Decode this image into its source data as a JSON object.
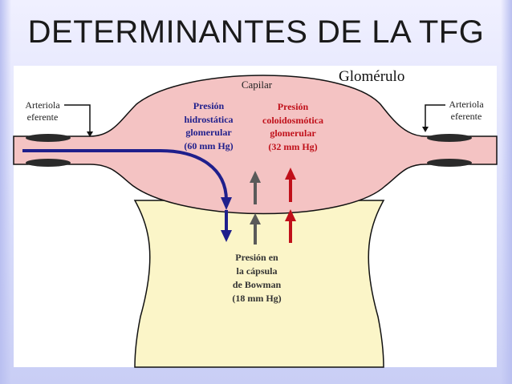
{
  "title": "DETERMINANTES DE LA TFG",
  "labels": {
    "capilar": "Capilar",
    "glomerulo": "Glomérulo",
    "arteriola_left": "Arteriola\neferente",
    "arteriola_right": "Arteriola\neferente",
    "hidrostatica": "Presión\nhidrostática\nglomerular\n(60 mm Hg)",
    "coloidosmotica": "Presión\ncoloidosmótica\nglomerular\n(32 mm Hg)",
    "bowman": "Presión en\nla cápsula\nde Bowman\n(18 mm Hg)"
  },
  "colors": {
    "capillary": "#f4c3c3",
    "capsule": "#fbf5c8",
    "hidrostatica": "#1f1f8c",
    "coloidosmotica": "#c0101a",
    "bowman": "#5a5a5a",
    "outline": "#111111"
  }
}
